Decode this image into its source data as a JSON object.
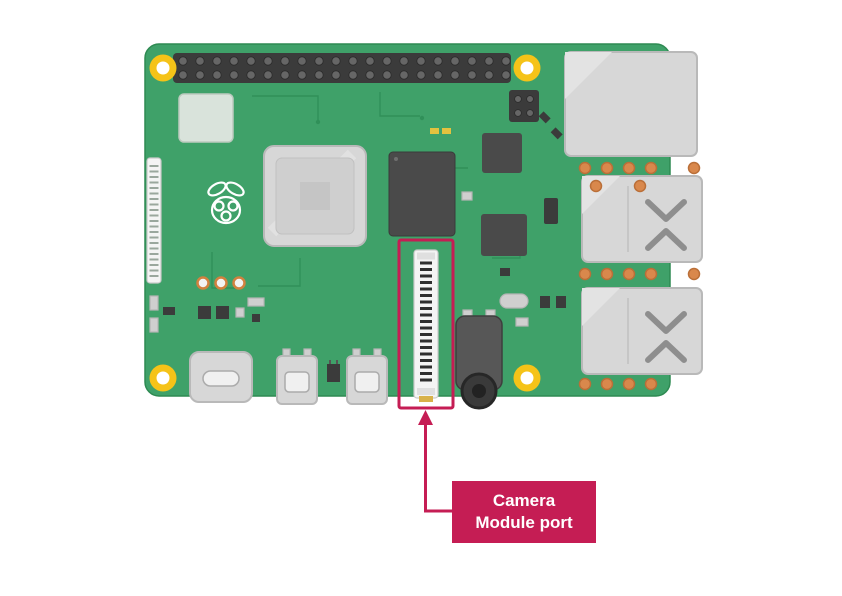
{
  "diagram": {
    "type": "annotated-hardware-diagram",
    "subject": "single-board computer with highlighted camera connector",
    "callout": {
      "label_line1": "Camera",
      "label_line2": "Module port"
    },
    "colors": {
      "accent_crimson": "#C51D54",
      "board_green": "#3FA169",
      "mount_hole_gold": "#F5C318",
      "port_silver": "#D7D7D7",
      "chip_dark": "#4A4A4A",
      "copper_pad": "#D9884C"
    }
  }
}
